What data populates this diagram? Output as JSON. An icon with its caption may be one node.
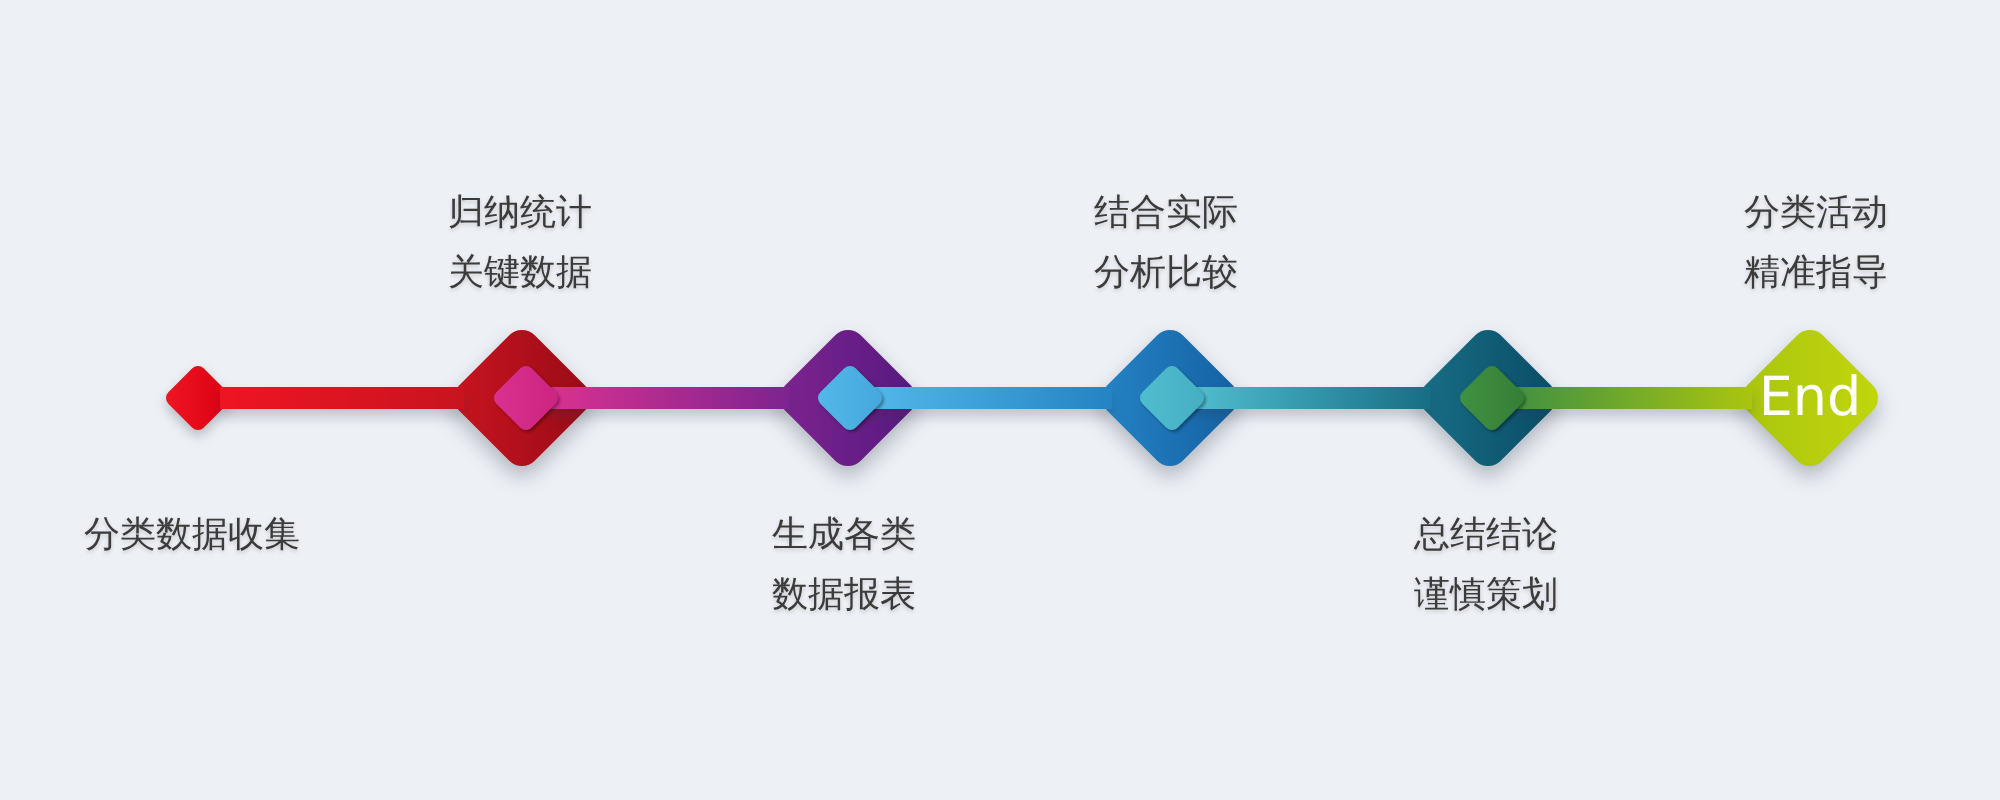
{
  "diagram": {
    "nodes": [
      {
        "text": [],
        "shape": "diamond",
        "beside": [
          "分类数据收集"
        ]
      },
      {
        "text": [],
        "shape": "diamond",
        "beside": [
          "归纳统计关键数据"
        ]
      },
      {
        "text": [],
        "shape": "diamond",
        "in": 1
      },
      {
        "text": [],
        "shape": "diamond",
        "beside": [
          "生成各类数据报表"
        ]
      },
      {
        "text": [],
        "shape": "diamond",
        "in": 3
      },
      {
        "text": [],
        "shape": "diamond",
        "beside": [
          "结合实际分析比较"
        ]
      },
      {
        "text": [],
        "shape": "diamond",
        "in": 5
      },
      {
        "text": [],
        "shape": "diamond",
        "beside": [
          "总结结论谨慎策划"
        ]
      },
      {
        "text": [],
        "shape": "diamond",
        "in": 7
      },
      {
        "text": [
          "End"
        ],
        "beside": [
          "分类活动精准指导"
        ]
      }
    ],
    "edges": [
      {
        "from": 0,
        "to": 1,
        "arrow": "none"
      },
      {
        "from": 2,
        "to": 3,
        "arrow": "none"
      },
      {
        "from": 4,
        "to": 5,
        "arrow": "none"
      },
      {
        "from": 6,
        "to": 7,
        "arrow": "none"
      },
      {
        "from": 8,
        "to": 9,
        "arrow": "none"
      }
    ]
  }
}
